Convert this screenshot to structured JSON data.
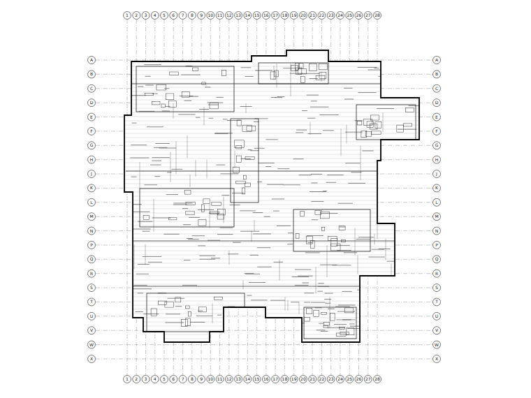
{
  "diagram": {
    "labels": [
      "1",
      "2",
      "3",
      "4",
      "5",
      "6",
      "7",
      "8",
      "9",
      "10",
      "11",
      "12",
      "13",
      "14",
      "15",
      "16",
      "17",
      "18",
      "19",
      "20",
      "21",
      "22",
      "23",
      "24",
      "25",
      "26",
      "27",
      "28",
      "A",
      "B",
      "C",
      "D",
      "E",
      "F",
      "G",
      "H",
      "J",
      "K",
      "L",
      "M",
      "N",
      "P",
      "Q",
      "R",
      "S",
      "T",
      "U",
      "V",
      "W",
      "X",
      "A",
      "B",
      "C",
      "D",
      "E",
      "F",
      "G",
      "H",
      "J",
      "K",
      "L",
      "M",
      "N",
      "P",
      "Q",
      "R",
      "S",
      "T",
      "U",
      "V",
      "W",
      "X",
      "1",
      "2",
      "3",
      "4",
      "5",
      "6",
      "7",
      "8",
      "9",
      "10",
      "11",
      "12",
      "13",
      "14",
      "15",
      "16",
      "17",
      "18",
      "19",
      "20",
      "21",
      "22",
      "23",
      "24",
      "25",
      "26",
      "27",
      "28"
    ]
  }
}
